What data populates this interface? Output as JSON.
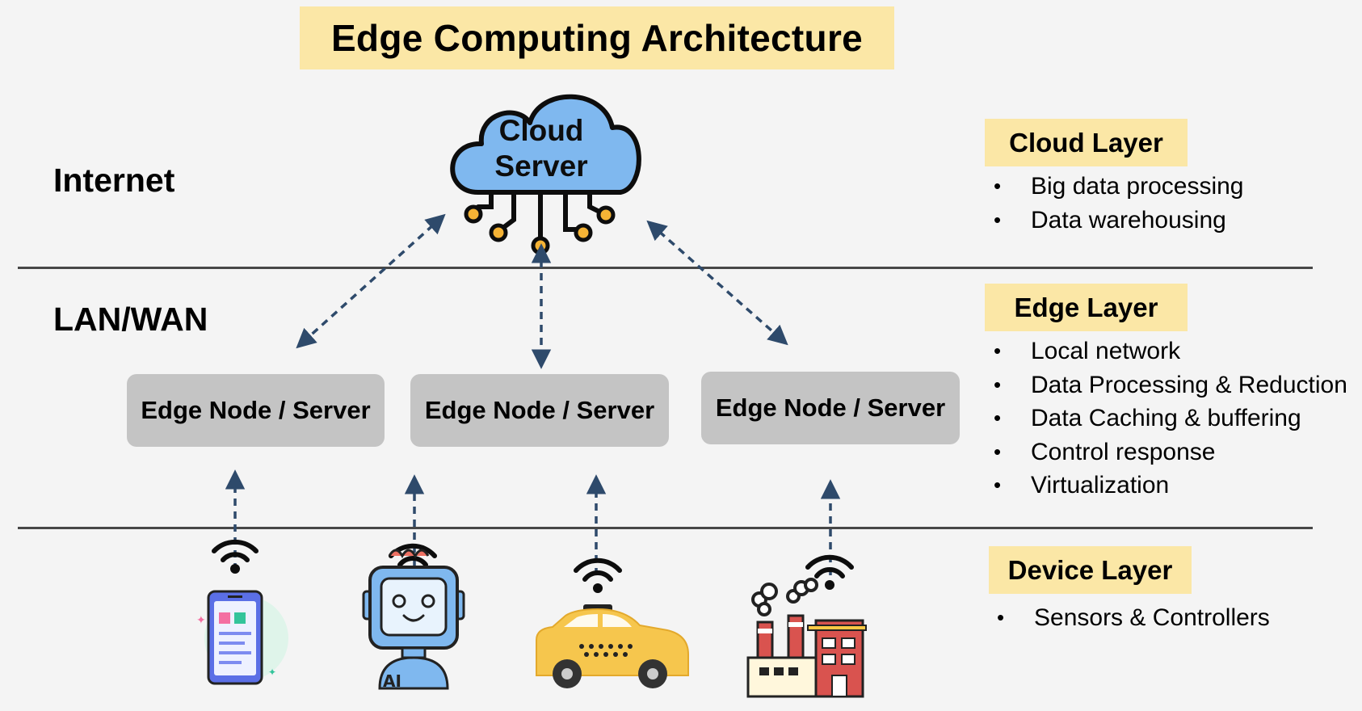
{
  "title": "Edge Computing Architecture",
  "zones": {
    "internet": "Internet",
    "lan_wan": "LAN/WAN"
  },
  "cloud": {
    "line1": "Cloud",
    "line2": "Server"
  },
  "edge_nodes": [
    "Edge Node / Server",
    "Edge Node / Server",
    "Edge Node / Server"
  ],
  "layers": {
    "cloud": {
      "title": "Cloud Layer",
      "items": [
        "Big data processing",
        "Data warehousing"
      ]
    },
    "edge": {
      "title": "Edge Layer",
      "items": [
        "Local network",
        "Data Processing & Reduction",
        "Data Caching & buffering",
        "Control response",
        "Virtualization"
      ]
    },
    "device": {
      "title": "Device Layer",
      "items": [
        "Sensors & Controllers"
      ]
    }
  },
  "devices": [
    "smartphone-icon",
    "ai-robot-icon",
    "taxi-icon",
    "factory-icon"
  ],
  "colors": {
    "highlight": "#fbe7a6",
    "node_gray": "#c4c4c4",
    "cloud_blue": "#7fb8ef",
    "arrow": "#2e4a6b",
    "accent_orange": "#f5b335"
  }
}
